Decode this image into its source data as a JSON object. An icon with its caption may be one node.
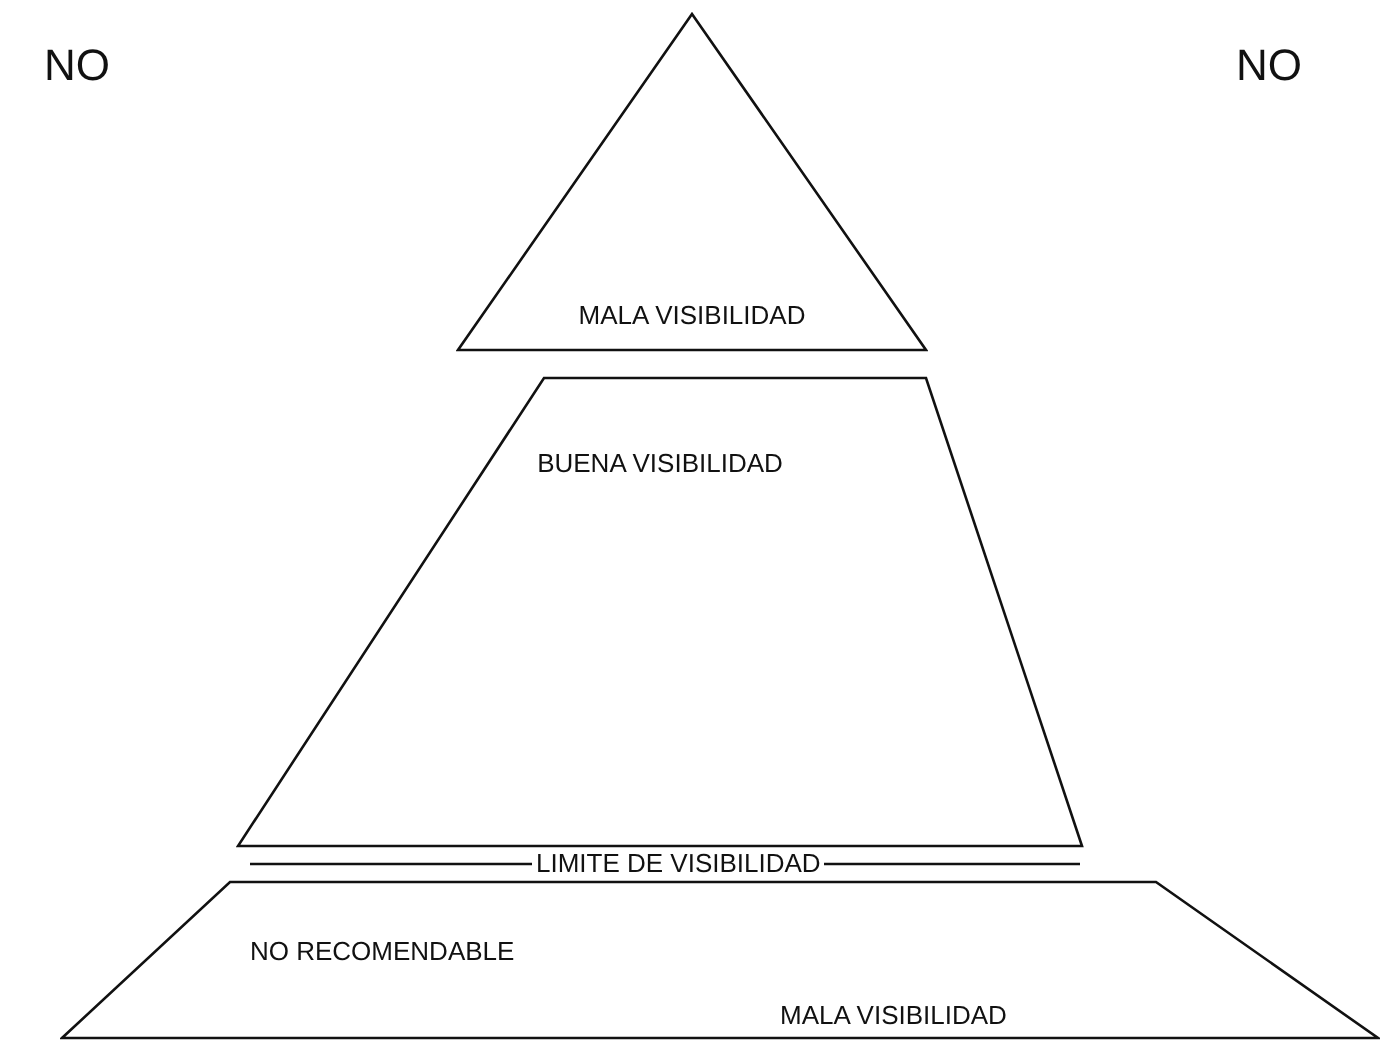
{
  "diagram": {
    "nodes": [
      {
        "text": [
          "MALA VISIBILIDAD"
        ]
      },
      {
        "text": [
          "BUENA VISIBILIDAD"
        ]
      },
      {
        "text": [
          "NO RECOMENDABLE",
          "MALA VISIBILIDAD"
        ]
      }
    ],
    "labels": [
      "NO",
      "NO",
      "LIMITE DE VISIBILIDAD"
    ]
  }
}
